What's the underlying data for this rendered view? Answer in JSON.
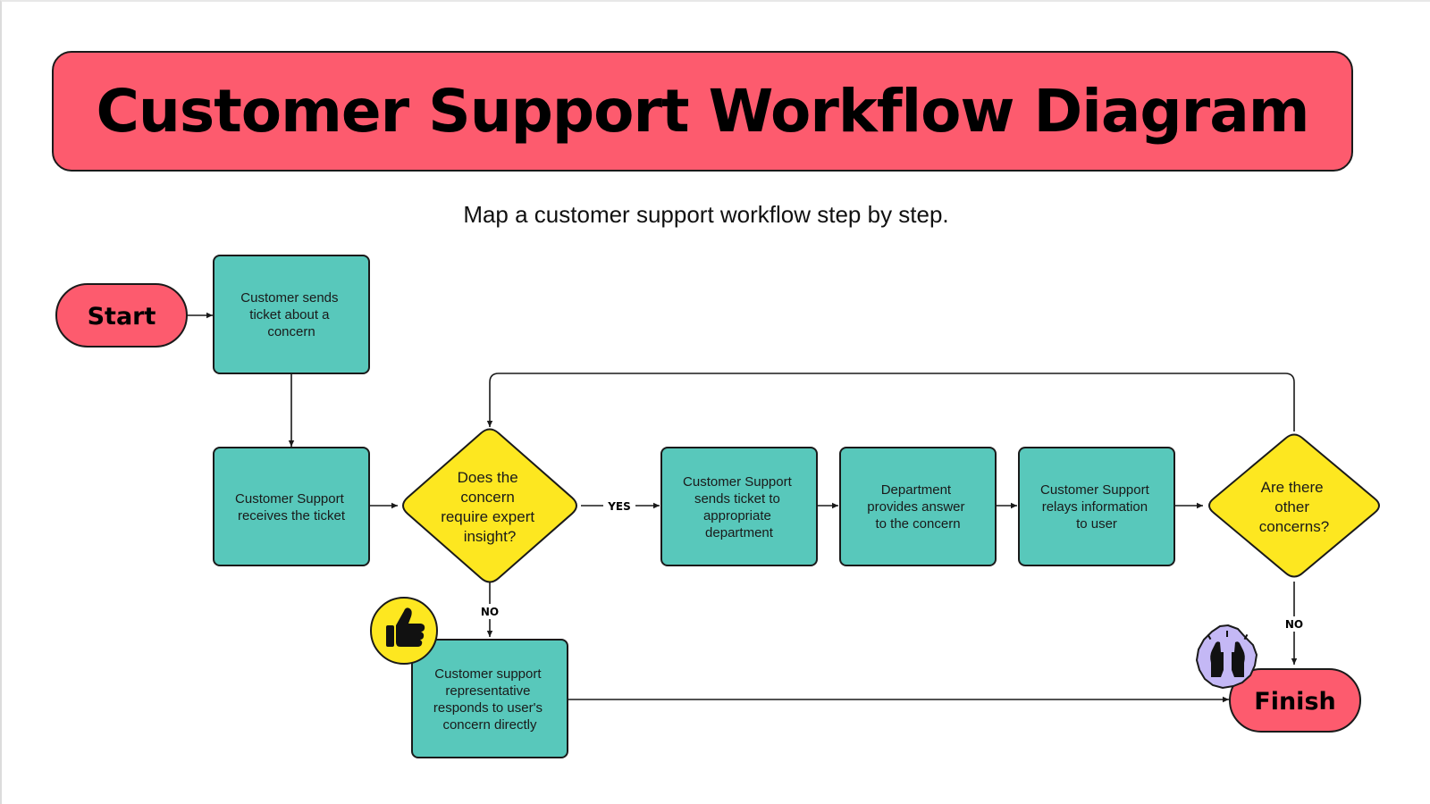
{
  "title": "Customer Support Workflow Diagram",
  "subtitle": "Map a customer support workflow step by step.",
  "colors": {
    "banner": "#fd5b6e",
    "terminal": "#fd5b6e",
    "process": "#58c8bb",
    "decision": "#fde720",
    "thumb_badge": "#fde720",
    "hands_badge": "#c4b8f5"
  },
  "nodes": {
    "start": "Start",
    "send_ticket": [
      "Customer sends",
      "ticket about a",
      "concern"
    ],
    "receive_ticket": [
      "Customer Support",
      "receives the ticket"
    ],
    "decision_expert": [
      "Does the",
      "concern",
      "require expert",
      "insight?"
    ],
    "send_dept": [
      "Customer Support",
      "sends ticket to",
      "appropriate",
      "department"
    ],
    "dept_answer": [
      "Department",
      "provides answer",
      "to the concern"
    ],
    "relay_info": [
      "Customer Support",
      "relays information",
      "to user"
    ],
    "decision_other": [
      "Are there",
      "other",
      "concerns?"
    ],
    "rep_responds": [
      "Customer support",
      "representative",
      "responds to user's",
      "concern directly"
    ],
    "finish": "Finish"
  },
  "edge_labels": {
    "yes": "YES",
    "no_expert": "NO",
    "no_other": "NO"
  },
  "icons": {
    "thumb_badge": "thumbs-up-icon",
    "hands_badge": "raised-hands-icon"
  }
}
